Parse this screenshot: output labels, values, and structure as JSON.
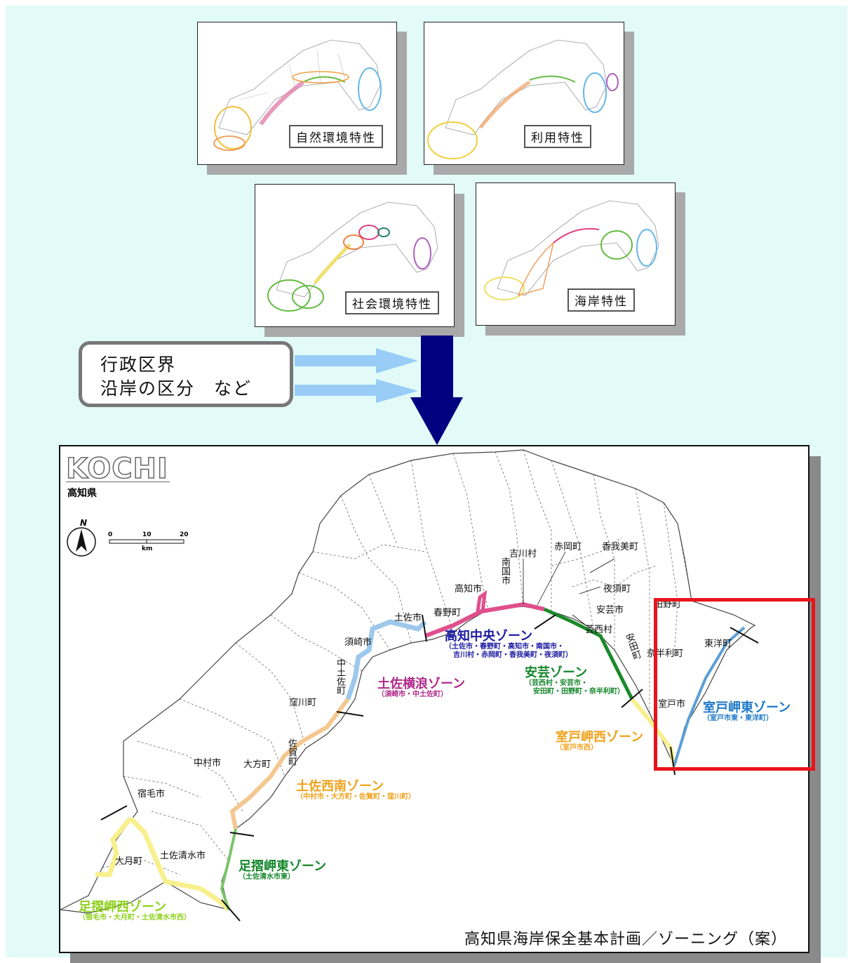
{
  "thumbnails": [
    {
      "label": "自然環境特性"
    },
    {
      "label": "利用特性"
    },
    {
      "label": "社会環境特性"
    },
    {
      "label": "海岸特性"
    }
  ],
  "admin_box": {
    "line1": "行政区界",
    "line2": "沿岸の区分　など"
  },
  "map": {
    "logo": "KOCHI",
    "prefecture": "高知県",
    "north": "N",
    "scale": {
      "t0": "0",
      "t1": "10",
      "t2": "20",
      "unit": "km"
    },
    "caption": "高知県海岸保全基本計画／ゾーニング（案）",
    "places": {
      "kochi": "高知市",
      "haruno": "春野町",
      "tosa": "土佐市",
      "susaki": "須崎市",
      "nakatosa": "中土佐町",
      "kubokawa": "窪川町",
      "saga": "佐賀町",
      "ogata": "大方町",
      "nakamura": "中村市",
      "sukumo": "宿毛市",
      "otsuki": "大月町",
      "tosashimizu": "土佐清水市",
      "nankoku": "南国市",
      "yoshikawa": "吉川村",
      "akaoka": "赤岡町",
      "kagami": "香我美町",
      "yasu": "夜須町",
      "aki": "安芸市",
      "geisei": "芸西村",
      "yasuda": "安田町",
      "nahari": "奈半利町",
      "toyo": "東洋町",
      "muroto": "室戸市",
      "tano": "田野町"
    },
    "zones": [
      {
        "name": "高知中央ゾーン",
        "sub1": "（土佐市・春野町・高知市・南国市・",
        "sub2": "吉川村・赤岡町・香我美町・夜須町）",
        "color": "#1a1aa0"
      },
      {
        "name": "土佐横浪ゾーン",
        "sub1": "（須崎市・中土佐町）",
        "color": "#b0288a"
      },
      {
        "name": "安芸ゾーン",
        "sub1": "（芸西村・安芸市・",
        "sub2": "安田町・田野町・奈半利町）",
        "color": "#13862a"
      },
      {
        "name": "室戸岬西ゾーン",
        "sub1": "（室戸市西）",
        "color": "#f0a21a"
      },
      {
        "name": "室戸岬東ゾーン",
        "sub1": "（室戸市東・東洋町）",
        "color": "#1f78c8"
      },
      {
        "name": "土佐西南ゾーン",
        "sub1": "（中村市・大方町・佐賀町・窪川町）",
        "color": "#f0a21a"
      },
      {
        "name": "足摺岬東ゾーン",
        "sub1": "（土佐清水市東）",
        "color": "#13862a"
      },
      {
        "name": "足摺岬西ゾーン",
        "sub1": "（宿毛市・大月町・土佐清水市西）",
        "color": "#8ed11a"
      }
    ]
  },
  "colors": {
    "background": "#e2fbf8",
    "arrow": "#000080",
    "light_arrow": "#99cdf7",
    "highlight": "#e8141c"
  }
}
